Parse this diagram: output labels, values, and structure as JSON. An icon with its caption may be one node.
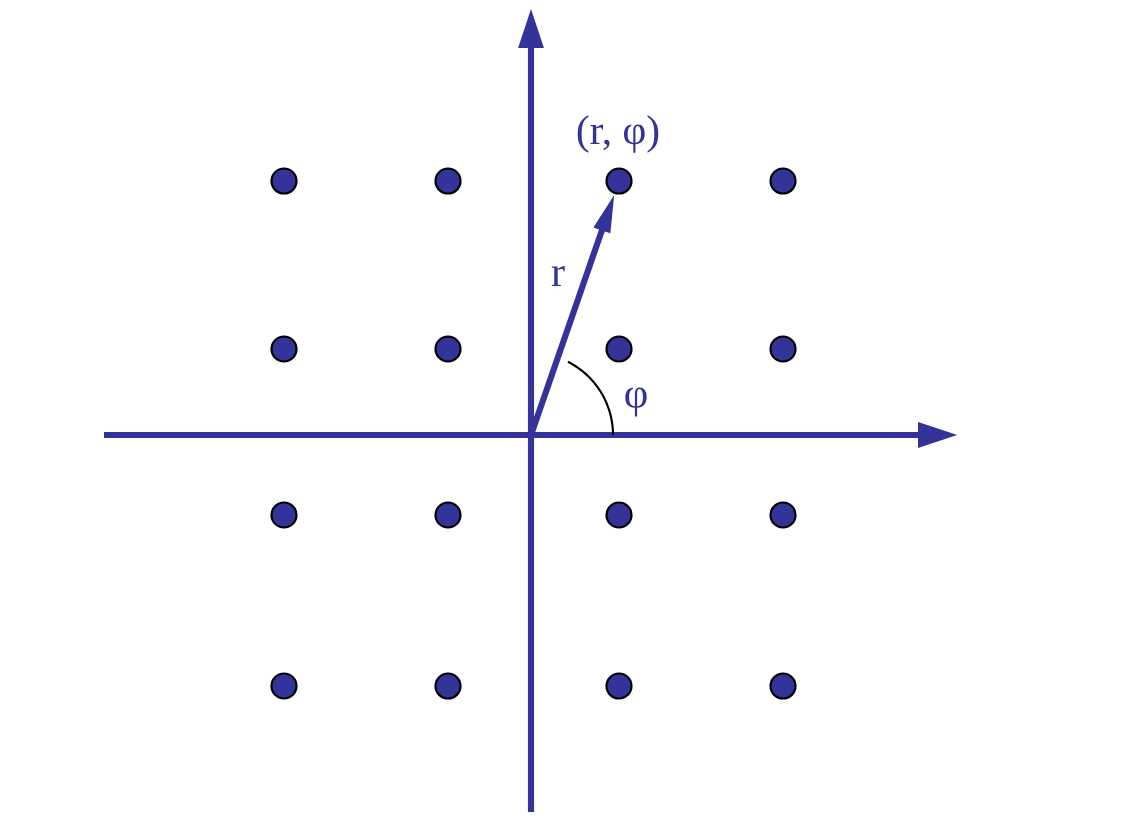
{
  "diagram": {
    "nodes": [
      {
        "text": [],
        "shape": "circle"
      },
      {
        "text": [],
        "shape": "circle"
      },
      {
        "text": [],
        "shape": "circle",
        "beside": [
          "(r, φ)"
        ]
      },
      {
        "text": [],
        "shape": "circle"
      },
      {
        "text": [],
        "shape": "circle"
      },
      {
        "text": [],
        "shape": "circle"
      },
      {
        "text": [],
        "shape": "circle"
      },
      {
        "text": [],
        "shape": "circle"
      },
      {
        "text": [],
        "shape": "circle"
      },
      {
        "text": [],
        "shape": "circle"
      },
      {
        "text": [],
        "shape": "circle"
      },
      {
        "text": [],
        "shape": "circle"
      },
      {
        "text": [],
        "shape": "circle"
      },
      {
        "text": [],
        "shape": "circle"
      },
      {
        "text": [],
        "shape": "circle"
      },
      {
        "text": [],
        "shape": "circle"
      }
    ],
    "edges": [
      {
        "from": null,
        "to": 2,
        "arrow": "to",
        "label": "r"
      }
    ],
    "labels": [
      "φ"
    ]
  }
}
